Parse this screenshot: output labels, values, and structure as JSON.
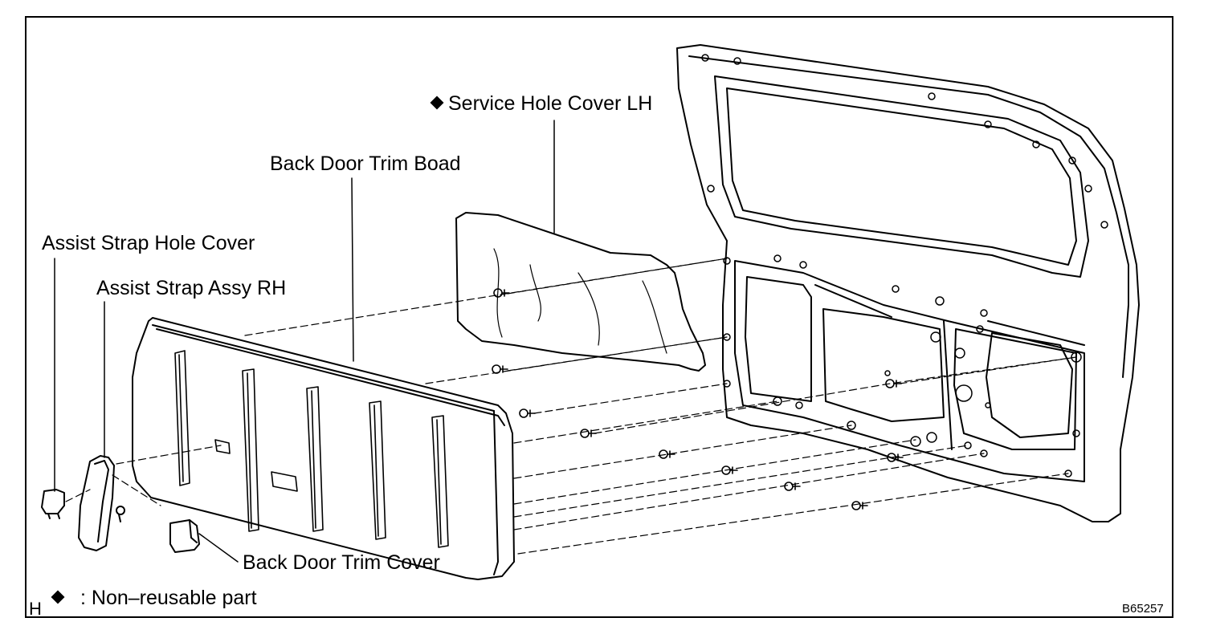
{
  "labels": {
    "service_hole_cover": "Service Hole Cover LH",
    "back_door_trim_board": "Back Door Trim Boad",
    "assist_strap_hole_cover": "Assist Strap Hole Cover",
    "assist_strap_assy": "Assist Strap Assy RH",
    "back_door_trim_cover": "Back Door Trim Cover"
  },
  "legend": {
    "text": ": Non–reusable part",
    "symbol": "diamond"
  },
  "corner_letter": "H",
  "figure_code": "B65257"
}
